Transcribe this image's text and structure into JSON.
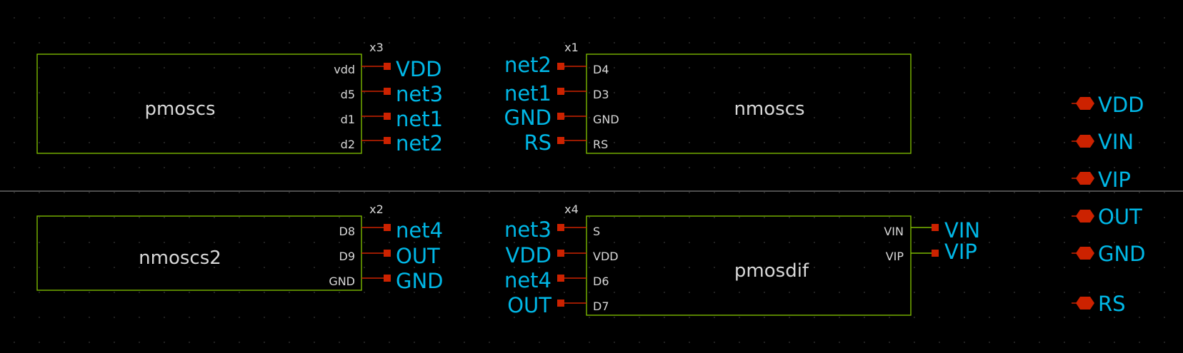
{
  "colors": {
    "background": "#000000",
    "wire": "#cc2200",
    "symbol_outline": "#7ab800",
    "net_label": "#00b7e6",
    "text": "#d8d8d8",
    "divider": "#9a9a9a"
  },
  "symbols": [
    {
      "id": "x3",
      "inst": "x3",
      "cell": "pmoscs",
      "pins_right": [
        {
          "pin": "vdd",
          "net": "VDD"
        },
        {
          "pin": "d5",
          "net": "net3"
        },
        {
          "pin": "d1",
          "net": "net1"
        },
        {
          "pin": "d2",
          "net": "net2"
        }
      ]
    },
    {
      "id": "x1",
      "inst": "x1",
      "cell": "nmoscs",
      "pins_left": [
        {
          "pin": "D4",
          "net": "net2"
        },
        {
          "pin": "D3",
          "net": "net1"
        },
        {
          "pin": "GND",
          "net": "GND"
        },
        {
          "pin": "RS",
          "net": "RS"
        }
      ]
    },
    {
      "id": "x2",
      "inst": "x2",
      "cell": "nmoscs2",
      "pins_right": [
        {
          "pin": "D8",
          "net": "net4"
        },
        {
          "pin": "D9",
          "net": "OUT"
        },
        {
          "pin": "GND",
          "net": "GND"
        }
      ]
    },
    {
      "id": "x4",
      "inst": "x4",
      "cell": "pmosdif",
      "pins_left": [
        {
          "pin": "S",
          "net": "net3"
        },
        {
          "pin": "VDD",
          "net": "VDD"
        },
        {
          "pin": "D6",
          "net": "net4"
        },
        {
          "pin": "D7",
          "net": "OUT"
        }
      ],
      "pins_right": [
        {
          "pin": "VIN",
          "net": "VIN"
        },
        {
          "pin": "VIP",
          "net": "VIP"
        }
      ]
    }
  ],
  "ports": [
    "VDD",
    "VIN",
    "VIP",
    "OUT",
    "GND",
    "RS"
  ]
}
